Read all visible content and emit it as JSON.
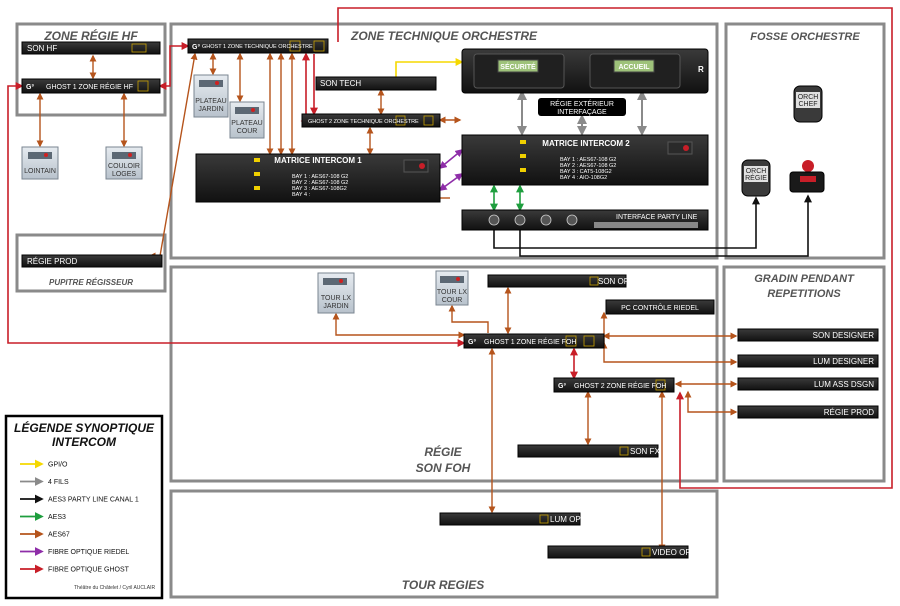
{
  "colors": {
    "gpio": "#f5d800",
    "four_wires": "#8a8a8a",
    "aes3_party": "#111111",
    "aes3": "#1e9e3e",
    "aes67": "#b5541c",
    "fiber_riedel": "#8e2da8",
    "fiber_ghost": "#c81e28",
    "zone_border": "#8a8a8a"
  },
  "zones": {
    "regie_hf": "ZONE RÉGIE HF",
    "technique": "ZONE TECHNIQUE ORCHESTRE",
    "fosse": "FOSSE ORCHESTRE",
    "gradin_1": "GRADIN PENDANT",
    "gradin_2": "REPETITIONS",
    "son_foh_1": "RÉGIE",
    "son_foh_2": "SON FOH",
    "tour": "TOUR REGIES",
    "pupitre": "PUPITRE RÉGISSEUR"
  },
  "devices": {
    "son_hf": "SON HF",
    "ghost1_hf": "GHOST 1 ZONE RÉGIE HF",
    "lointain": "LOINTAIN",
    "couloir_1": "COULOIR",
    "couloir_2": "LOGES",
    "regie_prod_top": "RÉGIE PROD",
    "ghost1_tech": "GHOST 1 ZONE TECHNIQUE ORCHESTRE",
    "plateau_jardin_1": "PLATEAU",
    "plateau_jardin_2": "JARDIN",
    "plateau_cour_1": "PLATEAU",
    "plateau_cour_2": "COUR",
    "son_tech": "SON TECH",
    "ghost2_tech": "GHOST 2 ZONE TECHNIQUE ORCHESTRE",
    "matrix1": "MATRICE INTERCOM 1",
    "matrix1_bays": [
      "BAY 1 : AES67-108 G2",
      "BAY 2 : AES67-108 G2",
      "BAY 3 : AES67-108G2",
      "BAY 4 :"
    ],
    "matrix2": "MATRICE INTERCOM 2",
    "matrix2_bays": [
      "BAY 1 : AES67-108 G2",
      "BAY 2 : AES67-108 G2",
      "BAY 3 : CAT5-108G2",
      "BAY 4 : AIO-108G2"
    ],
    "radio_left": "SÉCURITÉ",
    "radio_right": "ACCUEIL",
    "regie_ext_1": "RÉGIE EXTÉRIEUR",
    "regie_ext_2": "INTERFAÇAGE",
    "party_line": "INTERFACE PARTY LINE",
    "orch_chef_1": "ORCH",
    "orch_chef_2": "CHEF",
    "orch_regie_1": "ORCH",
    "orch_regie_2": "RÉGIE",
    "tour_lx_jardin_1": "TOUR LX",
    "tour_lx_jardin_2": "JARDIN",
    "tour_lx_cour_1": "TOUR LX",
    "tour_lx_cour_2": "COUR",
    "son_op": "SON OP",
    "pc_riedel": "PC CONTRÔLE RIEDEL",
    "ghost1_foh": "GHOST 1 ZONE RÉGIE FOH",
    "ghost2_foh": "GHOST 2 ZONE RÉGIE FOH",
    "son_fx": "SON FX",
    "son_designer": "SON DESIGNER",
    "lum_designer": "LUM DESIGNER",
    "lum_ass": "LUM ASS DSGN",
    "regie_prod_gradin": "RÉGIE PROD",
    "lum_op": "LUM OP",
    "video_op": "VIDEO OP"
  },
  "legend": {
    "title_1": "LÉGENDE SYNOPTIQUE",
    "title_2": "INTERCOM",
    "items": [
      {
        "label": "GPI/O",
        "color": "#f5d800"
      },
      {
        "label": "4 FILS",
        "color": "#8a8a8a"
      },
      {
        "label": "AES3 PARTY LINE CANAL 1",
        "color": "#111111"
      },
      {
        "label": "AES3",
        "color": "#1e9e3e"
      },
      {
        "label": "AES67",
        "color": "#b5541c"
      },
      {
        "label": "FIBRE OPTIQUE RIEDEL",
        "color": "#8e2da8"
      },
      {
        "label": "FIBRE OPTIQUE GHOST",
        "color": "#c81e28"
      }
    ],
    "credit": "Théâtre du Châtelet / Cyril AUCLAIR"
  }
}
